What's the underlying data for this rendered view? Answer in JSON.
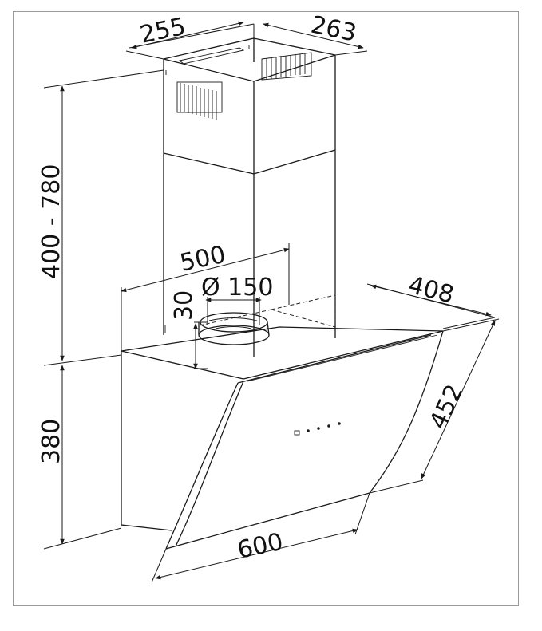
{
  "diagram": {
    "dimensions": {
      "chimney_width": "255",
      "chimney_depth": "263",
      "chimney_height": "400 - 780",
      "body_height": "380",
      "duct_offset": "500",
      "duct_diameter": "Ø 150",
      "collar_height": "30",
      "depth": "408",
      "glass_length": "452",
      "width": "600"
    },
    "colors": {
      "line": "#1a1a1a",
      "frame": "#9a9a9a",
      "background": "#ffffff"
    }
  }
}
